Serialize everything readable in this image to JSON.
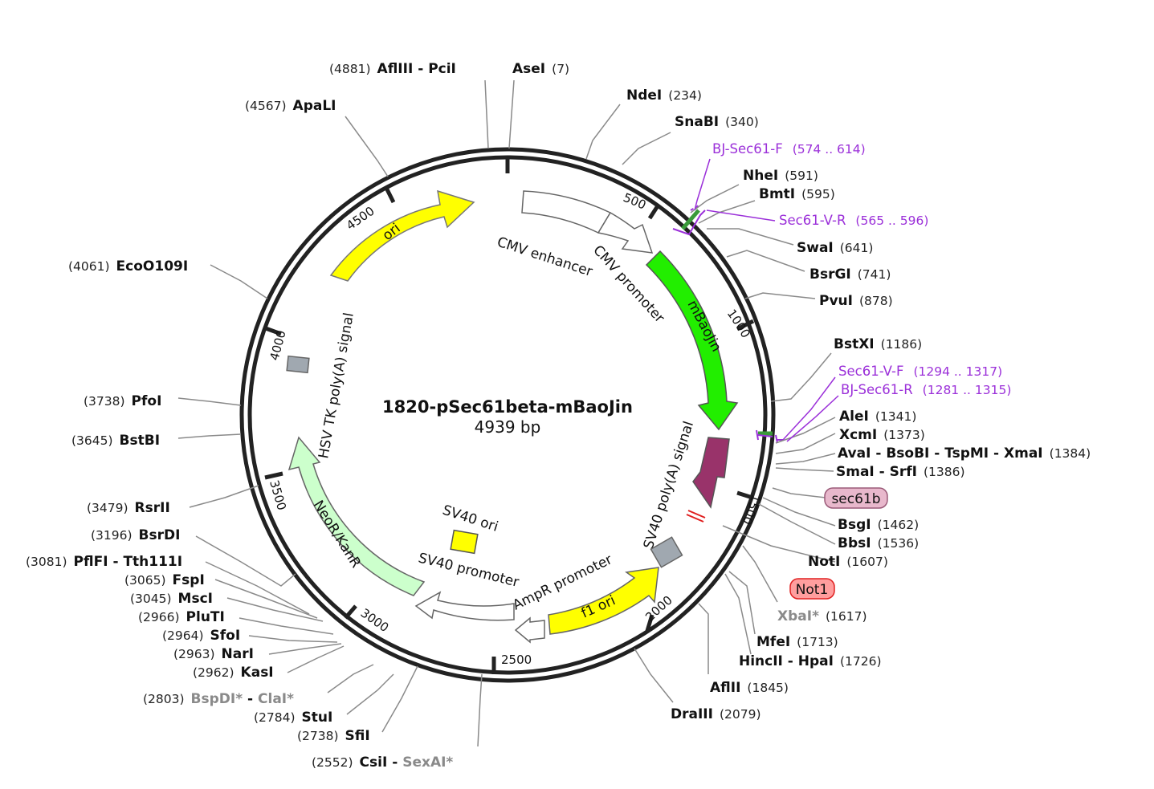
{
  "plasmid": {
    "name": "1820-pSec61beta-mBaoJin",
    "size_label": "4939 bp"
  },
  "ring_ticks": [
    "500",
    "1000",
    "1500",
    "2000",
    "2500",
    "3000",
    "3500",
    "4000",
    "4500"
  ],
  "features": [
    {
      "key": "ori",
      "label": "ori",
      "color": "#ffff00"
    },
    {
      "key": "cmv-enhancer",
      "label": "CMV enhancer",
      "color": "#ffffff"
    },
    {
      "key": "cmv-promoter",
      "label": "CMV promoter",
      "color": "#ffffff"
    },
    {
      "key": "mbaojin",
      "label": "mBaoJin",
      "color": "#22ee00"
    },
    {
      "key": "sv40-polya",
      "label": "SV40 poly(A) signal",
      "color": "#99336a"
    },
    {
      "key": "hsv-tk-polya",
      "label": "HSV TK poly(A) signal",
      "color": "#a0a8b0"
    },
    {
      "key": "neor-kanr",
      "label": "NeoR/KanR",
      "color": "#ccffcc"
    },
    {
      "key": "sv40-ori",
      "label": "SV40 ori",
      "color": "#ffff00"
    },
    {
      "key": "sv40-promoter",
      "label": "SV40 promoter",
      "color": "#ffffff"
    },
    {
      "key": "ampr-promoter",
      "label": "AmpR promoter",
      "color": "#ffffff"
    },
    {
      "key": "f1-ori",
      "label": "f1 ori",
      "color": "#ffff00"
    }
  ],
  "sites": [
    {
      "key": "afliii-pcii",
      "pos": "(4881)",
      "name": "AflIII",
      "name2": "PciI",
      "sep": " - "
    },
    {
      "key": "asei",
      "pos": "(7)",
      "name": "AseI"
    },
    {
      "key": "ndei",
      "pos": "(234)",
      "name": "NdeI"
    },
    {
      "key": "snabi",
      "pos": "(340)",
      "name": "SnaBI"
    },
    {
      "key": "apali",
      "pos": "(4567)",
      "name": "ApaLI"
    },
    {
      "key": "nhei",
      "pos": "(591)",
      "name": "NheI"
    },
    {
      "key": "bmti",
      "pos": "(595)",
      "name": "BmtI"
    },
    {
      "key": "swai",
      "pos": "(641)",
      "name": "SwaI"
    },
    {
      "key": "bsrgi",
      "pos": "(741)",
      "name": "BsrGI"
    },
    {
      "key": "pvui",
      "pos": "(878)",
      "name": "PvuI"
    },
    {
      "key": "eco0109i",
      "pos": "(4061)",
      "name": "EcoO109I"
    },
    {
      "key": "bstxi",
      "pos": "(1186)",
      "name": "BstXI"
    },
    {
      "key": "alei",
      "pos": "(1341)",
      "name": "AleI"
    },
    {
      "key": "xcmi",
      "pos": "(1373)",
      "name": "XcmI"
    },
    {
      "key": "avai",
      "pos": "(1384)",
      "name": "AvaI - BsoBI - TspMI - XmaI"
    },
    {
      "key": "smai",
      "pos": "(1386)",
      "name": "SmaI - SrfI"
    },
    {
      "key": "pfoi",
      "pos": "(3738)",
      "name": "PfoI"
    },
    {
      "key": "bstbi",
      "pos": "(3645)",
      "name": "BstBI"
    },
    {
      "key": "bsgi",
      "pos": "(1462)",
      "name": "BsgI"
    },
    {
      "key": "bbsi",
      "pos": "(1536)",
      "name": "BbsI"
    },
    {
      "key": "noti",
      "pos": "(1607)",
      "name": "NotI"
    },
    {
      "key": "rsrii",
      "pos": "(3479)",
      "name": "RsrII"
    },
    {
      "key": "bsrdi",
      "pos": "(3196)",
      "name": "BsrDI"
    },
    {
      "key": "pflfi",
      "pos": "(3081)",
      "name": "PflFI - Tth111I"
    },
    {
      "key": "fspi",
      "pos": "(3065)",
      "name": "FspI"
    },
    {
      "key": "msci",
      "pos": "(3045)",
      "name": "MscI"
    },
    {
      "key": "pluti",
      "pos": "(2966)",
      "name": "PluTI"
    },
    {
      "key": "sfoi",
      "pos": "(2964)",
      "name": "SfoI"
    },
    {
      "key": "nari",
      "pos": "(2963)",
      "name": "NarI"
    },
    {
      "key": "kasi",
      "pos": "(2962)",
      "name": "KasI"
    },
    {
      "key": "xbai",
      "pos": "(1617)",
      "name": "XbaI*"
    },
    {
      "key": "mfei",
      "pos": "(1713)",
      "name": "MfeI"
    },
    {
      "key": "hincii",
      "pos": "(1726)",
      "name": "HincII - HpaI"
    },
    {
      "key": "aflii",
      "pos": "(1845)",
      "name": "AflII"
    },
    {
      "key": "draiii",
      "pos": "(2079)",
      "name": "DraIII"
    },
    {
      "key": "bspdi",
      "pos": "(2803)",
      "name": "BspDI*",
      "name2": "ClaI*",
      "sep": " - "
    },
    {
      "key": "stui",
      "pos": "(2784)",
      "name": "StuI"
    },
    {
      "key": "sfii",
      "pos": "(2738)",
      "name": "SfiI"
    },
    {
      "key": "csii",
      "pos": "(2552)",
      "name": "CsiI",
      "name2": "SexAI*",
      "sep": " - "
    }
  ],
  "primers": [
    {
      "key": "bj-sec61-f",
      "name": "BJ-Sec61-F",
      "range": "(574 .. 614)"
    },
    {
      "key": "sec61-v-r",
      "name": "Sec61-V-R",
      "range": "(565 .. 596)"
    },
    {
      "key": "sec61-v-f",
      "name": "Sec61-V-F",
      "range": "(1294 .. 1317)"
    },
    {
      "key": "bj-sec61-r",
      "name": "BJ-Sec61-R",
      "range": "(1281 .. 1315)"
    }
  ],
  "boxed_labels": [
    {
      "key": "sec61b",
      "label": "sec61b",
      "fill": "#e8b8cc",
      "stroke": "#9a5a78"
    },
    {
      "key": "not1",
      "label": "Not1",
      "fill": "#ff9e9e",
      "stroke": "#e02020"
    }
  ],
  "colors": {
    "primer": "#9b30d9",
    "backbone": "#222222",
    "leader": "#8a8a8a",
    "grey_enzyme": "#8a8a8a"
  }
}
